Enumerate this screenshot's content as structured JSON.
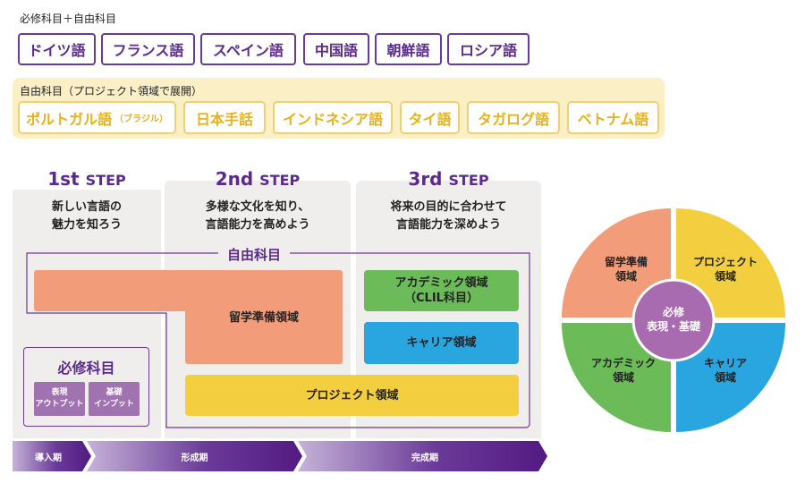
{
  "required_title": "必修科目＋自由科目",
  "required_languages": [
    "ドイツ語",
    "フランス語",
    "スペイン語",
    "中国語",
    "朝鮮語",
    "ロシア語"
  ],
  "elective": {
    "title": "自由科目（プロジェクト領域で展開）",
    "languages": [
      "ポルトガル語",
      "日本手話",
      "インドネシア語",
      "タイ語",
      "タガログ語",
      "ベトナム語"
    ],
    "portuguese_note": "（ブラジル）"
  },
  "steps": [
    {
      "num": "1st",
      "word": "STEP",
      "desc1": "新しい言語の",
      "desc2": "魅力を知ろう"
    },
    {
      "num": "2nd",
      "word": "STEP",
      "desc1": "多様な文化を知り、",
      "desc2": "言語能力を高めよう"
    },
    {
      "num": "3rd",
      "word": "STEP",
      "desc1": "将来の目的に合わせて",
      "desc2": "言語能力を深めよう"
    }
  ],
  "free_label": "自由科目",
  "areas": {
    "study_abroad": "留学準備領域",
    "academic1": "アカデミック領域",
    "academic2": "（CLIL科目）",
    "career": "キャリア領域",
    "project": "プロジェクト領域"
  },
  "required_box": {
    "title": "必修科目",
    "items": [
      {
        "l1": "表現",
        "l2": "アウトプット"
      },
      {
        "l1": "基礎",
        "l2": "インプット"
      }
    ]
  },
  "phases": [
    "導入期",
    "形成期",
    "完成期"
  ],
  "pie": {
    "center1": "必修",
    "center2": "表現・基礎",
    "quadrants": [
      {
        "l1": "留学準備",
        "l2": "領域",
        "color": "#f29c7a"
      },
      {
        "l1": "プロジェクト",
        "l2": "領域",
        "color": "#f3cf40"
      },
      {
        "l1": "アカデミック",
        "l2": "領域",
        "color": "#6bbb58"
      },
      {
        "l1": "キャリア",
        "l2": "領域",
        "color": "#29a5df"
      }
    ]
  }
}
